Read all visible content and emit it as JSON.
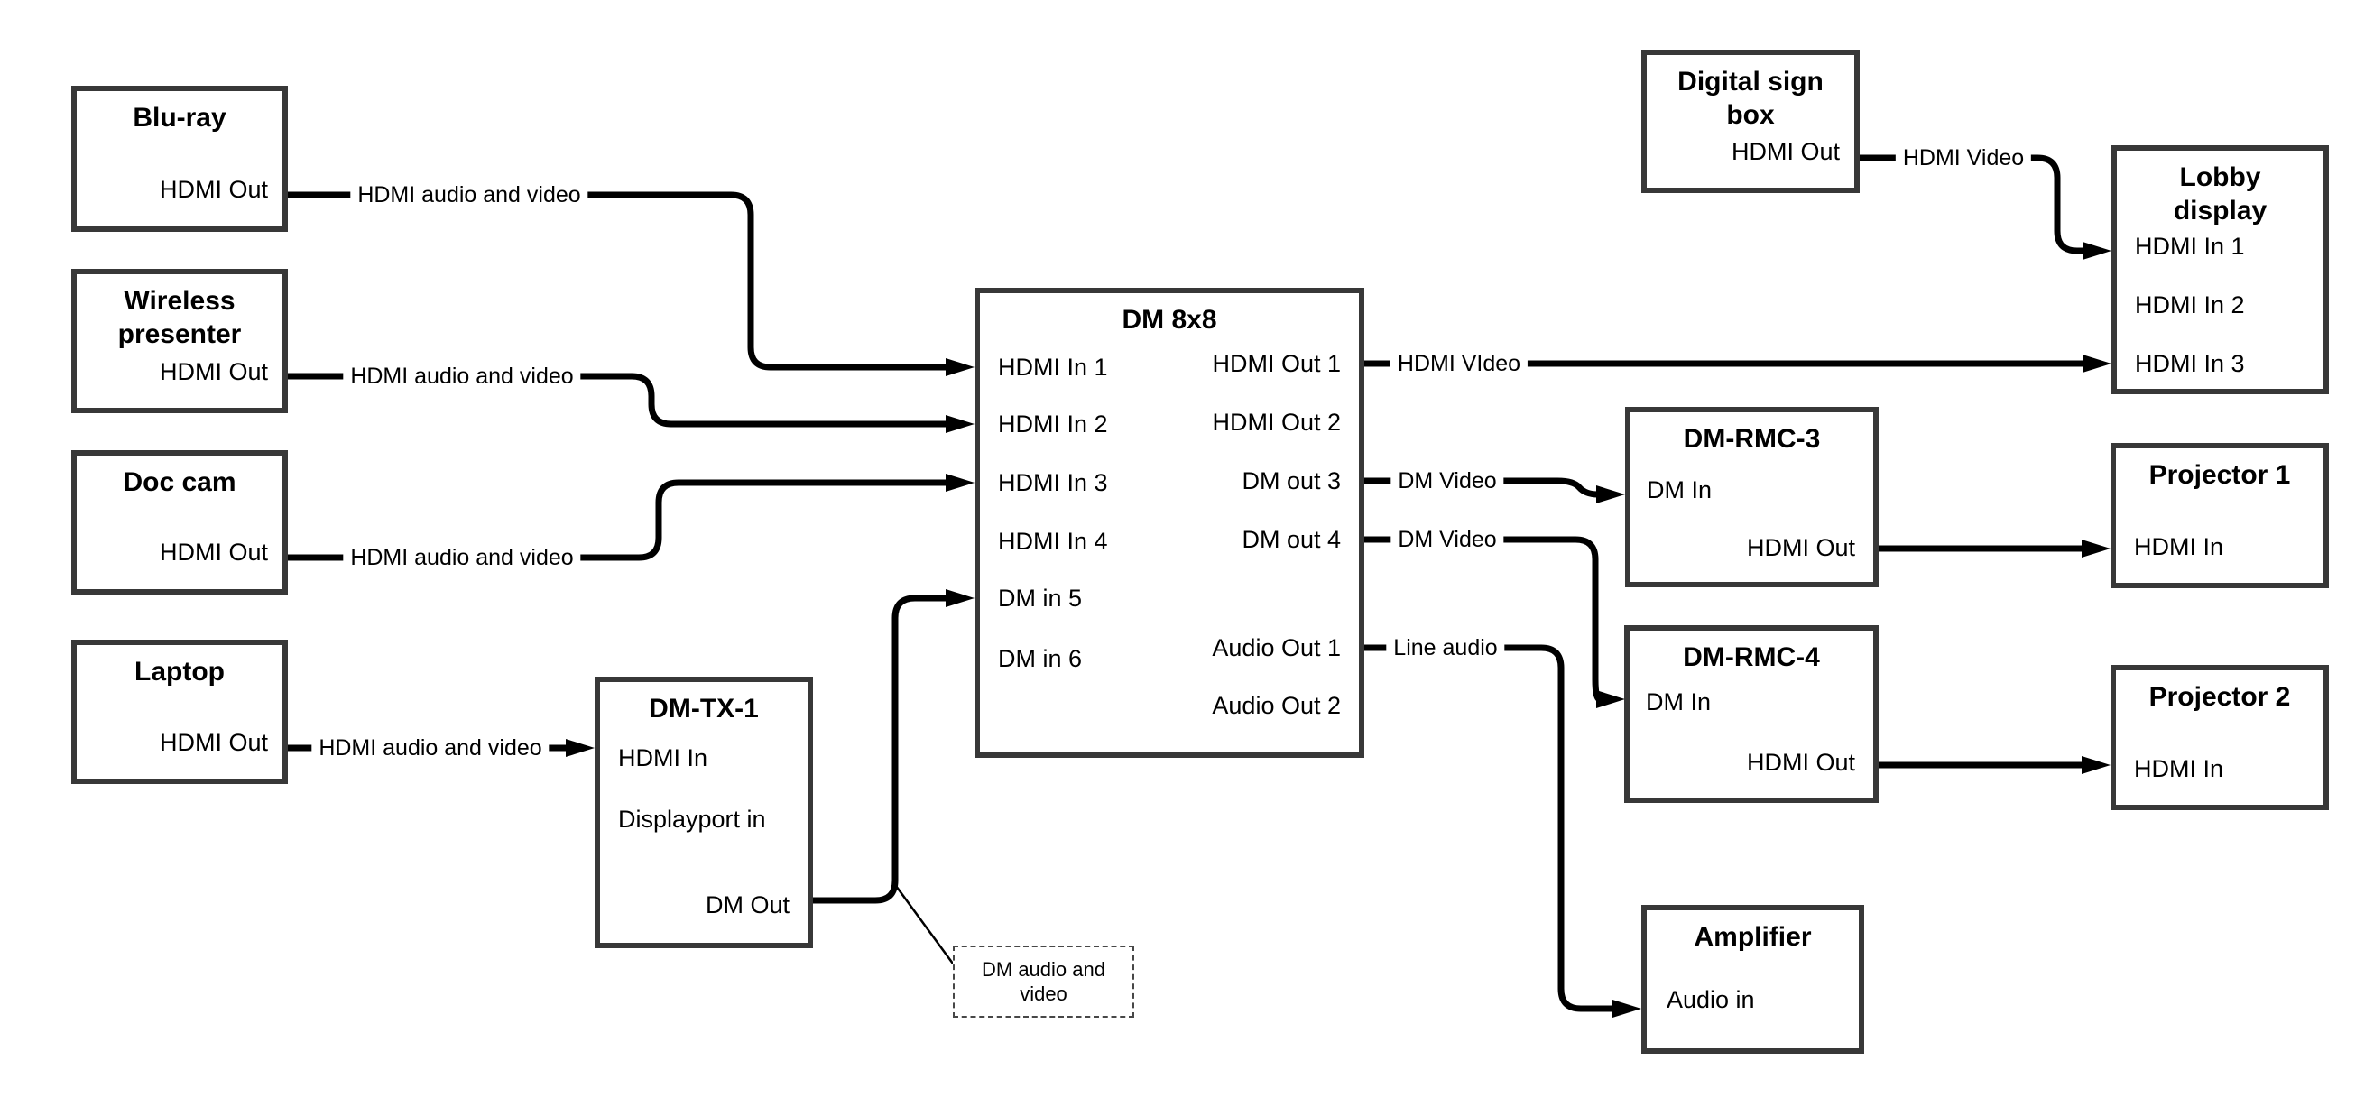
{
  "canvas": {
    "background": "#ffffff",
    "wire_color": "#000000",
    "box_border_color": "#383838"
  },
  "nodes": {
    "bluray": {
      "title": "Blu-ray",
      "ports": {
        "hdmi_out": "HDMI Out"
      }
    },
    "wireless": {
      "title": "Wireless presenter",
      "ports": {
        "hdmi_out": "HDMI Out"
      }
    },
    "doccam": {
      "title": "Doc cam",
      "ports": {
        "hdmi_out": "HDMI Out"
      }
    },
    "laptop": {
      "title": "Laptop",
      "ports": {
        "hdmi_out": "HDMI Out"
      }
    },
    "dmtx1": {
      "title": "DM-TX-1",
      "ports": {
        "hdmi_in": "HDMI In",
        "dp_in": "Displayport in",
        "dm_out": "DM Out"
      }
    },
    "dm8x8": {
      "title": "DM 8x8",
      "ports": {
        "in1": "HDMI In 1",
        "in2": "HDMI In 2",
        "in3": "HDMI In 3",
        "in4": "HDMI In 4",
        "in5": "DM in 5",
        "in6": "DM in 6",
        "out1": "HDMI Out 1",
        "out2": "HDMI Out 2",
        "out3": "DM out 3",
        "out4": "DM out 4",
        "aout1": "Audio Out 1",
        "aout2": "Audio Out 2"
      }
    },
    "digitalsign": {
      "title": "Digital sign box",
      "ports": {
        "hdmi_out": "HDMI Out"
      }
    },
    "lobby": {
      "title": "Lobby display",
      "ports": {
        "in1": "HDMI In 1",
        "in2": "HDMI In 2",
        "in3": "HDMI In 3"
      }
    },
    "dmrmc3": {
      "title": "DM-RMC-3",
      "ports": {
        "dm_in": "DM In",
        "hdmi_out": "HDMI Out"
      }
    },
    "proj1": {
      "title": "Projector 1",
      "ports": {
        "hdmi_in": "HDMI In"
      }
    },
    "dmrmc4": {
      "title": "DM-RMC-4",
      "ports": {
        "dm_in": "DM In",
        "hdmi_out": "HDMI Out"
      }
    },
    "proj2": {
      "title": "Projector 2",
      "ports": {
        "hdmi_in": "HDMI In"
      }
    },
    "amplifier": {
      "title": "Amplifier",
      "ports": {
        "audio_in": "Audio in"
      }
    }
  },
  "edges": {
    "bluray_to_dm8x8": {
      "label": "HDMI audio and video"
    },
    "wireless_to_dm8x8": {
      "label": "HDMI audio and video"
    },
    "doccam_to_dm8x8": {
      "label": "HDMI audio and video"
    },
    "laptop_to_dmtx1": {
      "label": "HDMI audio and video"
    },
    "out1_to_lobby": {
      "label": "HDMI VIdeo"
    },
    "out3_to_rmc3": {
      "label": "DM Video"
    },
    "out4_to_rmc4": {
      "label": "DM Video"
    },
    "audio1_to_amp": {
      "label": "Line audio"
    },
    "digital_to_lobby": {
      "label": "HDMI Video"
    }
  },
  "note": {
    "text": "DM audio and video"
  }
}
